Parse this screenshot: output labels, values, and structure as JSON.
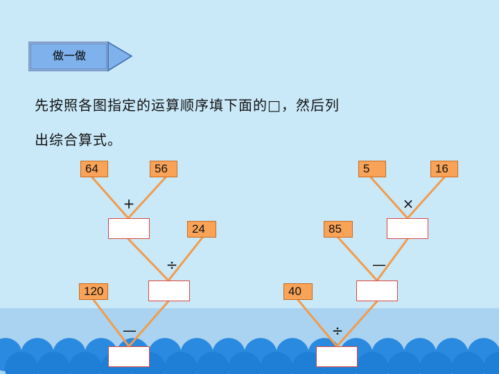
{
  "header": {
    "tag_label": "做一做"
  },
  "instruction": {
    "line1": "先按照各图指定的运算顺序填下面的□，然后列",
    "line2": "出综合算式。"
  },
  "tree_left": {
    "top_left": "64",
    "top_right": "56",
    "op1": "+",
    "mid_right": "24",
    "op2": "÷",
    "low_left": "120",
    "op3": "—"
  },
  "tree_right": {
    "top_left": "5",
    "top_right": "16",
    "op1": "×",
    "mid_left": "85",
    "op2": "—",
    "low_left": "40",
    "op3": "÷"
  },
  "colors": {
    "background": "#c9e8f8",
    "number_box": "#f8a358",
    "tree_line": "#f29b4b",
    "blank_border": "#d9453c",
    "tag_fill": "#7fb2ec",
    "wave": "#1f7fd6"
  }
}
